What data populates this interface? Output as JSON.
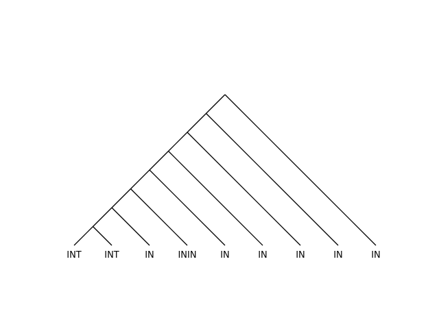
{
  "tree": {
    "leaves": [
      {
        "label": "INT"
      },
      {
        "label": "INT"
      },
      {
        "label": "IN"
      },
      {
        "label": "ININ"
      },
      {
        "label": "IN"
      },
      {
        "label": "IN"
      },
      {
        "label": "IN"
      },
      {
        "label": "IN"
      },
      {
        "label": "IN"
      }
    ],
    "structure": "left-branching caterpillar (ladder) tree",
    "line_color": "#000000",
    "background_color": "#ffffff"
  }
}
